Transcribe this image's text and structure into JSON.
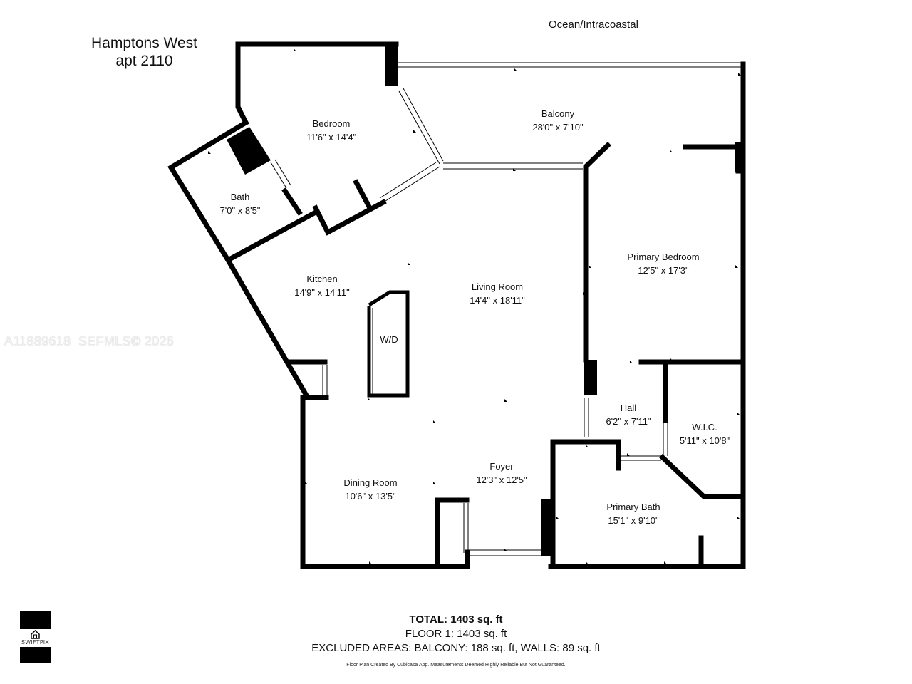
{
  "header": {
    "building": "Hamptons West",
    "unit": "apt 2110",
    "view_label": "Ocean/Intracoastal"
  },
  "watermark": "A11889618  SEFMLS© 2026",
  "rooms": {
    "bedroom": {
      "name": "Bedroom",
      "size": "11'6\" x 14'4\""
    },
    "balcony": {
      "name": "Balcony",
      "size": "28'0\" x 7'10\""
    },
    "bath": {
      "name": "Bath",
      "size": "7'0\" x 8'5\""
    },
    "kitchen": {
      "name": "Kitchen",
      "size": "14'9\" x 14'11\""
    },
    "living": {
      "name": "Living Room",
      "size": "14'4\" x 18'11\""
    },
    "primary_bedroom": {
      "name": "Primary Bedroom",
      "size": "12'5\" x 17'3\""
    },
    "wd": {
      "name": "W/D"
    },
    "hall": {
      "name": "Hall",
      "size": "6'2\" x 7'11\""
    },
    "wic": {
      "name": "W.I.C.",
      "size": "5'11\" x 10'8\""
    },
    "foyer": {
      "name": "Foyer",
      "size": "12'3\" x 12'5\""
    },
    "dining": {
      "name": "Dining Room",
      "size": "10'6\" x 13'5\""
    },
    "primary_bath": {
      "name": "Primary Bath",
      "size": "15'1\" x 9'10\""
    }
  },
  "totals": {
    "total": "TOTAL: 1403 sq. ft",
    "floor1": "FLOOR 1: 1403 sq. ft",
    "excluded": "EXCLUDED AREAS: BALCONY: 188 sq. ft, WALLS: 89 sq. ft"
  },
  "disclaimer": "Floor Plan Created By Cubicasa App. Measurements Deemed Highly Reliable But Not Guaranteed.",
  "logo": {
    "text": "SWIFTPIX",
    "color": "#000000"
  }
}
